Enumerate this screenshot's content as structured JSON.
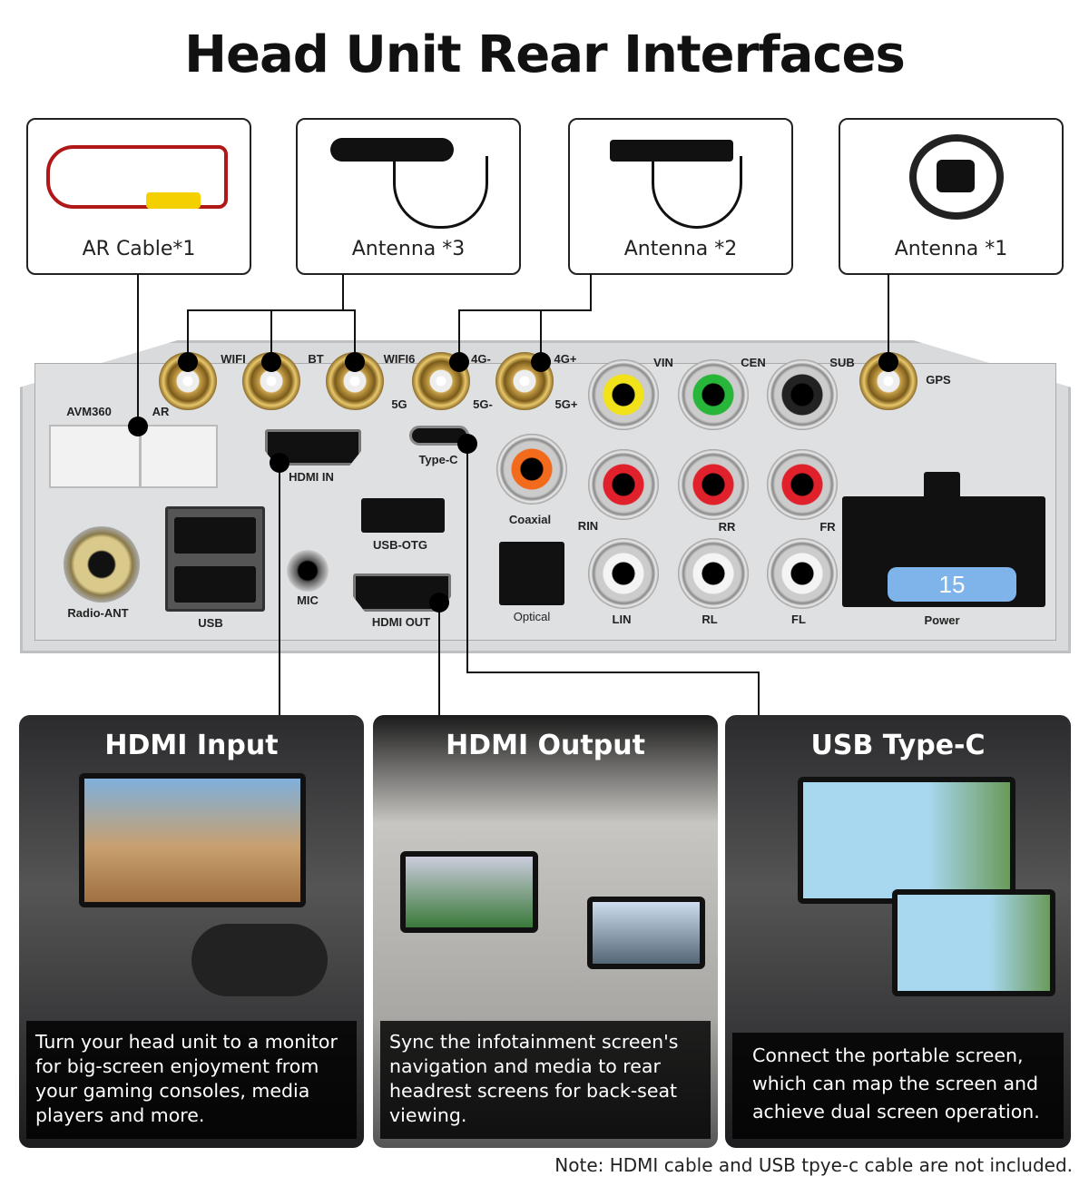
{
  "title": "Head Unit Rear Interfaces",
  "accessories": [
    {
      "label": "AR Cable*1"
    },
    {
      "label": "Antenna *3"
    },
    {
      "label": "Antenna *2"
    },
    {
      "label": "Antenna *1"
    }
  ],
  "ports": {
    "wifi": "WIFI",
    "bt": "BT",
    "wifi6": "WIFI6",
    "g4m": "4G-",
    "g4p": "4G+",
    "g5": "5G",
    "g5m": "5G-",
    "g5p": "5G+",
    "vin": "VIN",
    "cen": "CEN",
    "sub": "SUB",
    "gps": "GPS",
    "avm": "AVM360",
    "ar": "AR",
    "hdmi_in": "HDMI  IN",
    "type_c": "Type-C",
    "coaxial": "Coaxial",
    "usb_otg": "USB-OTG",
    "rin": "RIN",
    "rr": "RR",
    "fr": "FR",
    "radio": "Radio-ANT",
    "usb": "USB",
    "mic": "MIC",
    "hdmi_out": "HDMI  OUT",
    "optical": "Optical",
    "lin": "LIN",
    "rl": "RL",
    "fl": "FL",
    "power": "Power",
    "fuse": "15"
  },
  "cards": [
    {
      "title": "HDMI Input",
      "desc": "Turn your head unit to a monitor for big-screen enjoyment from your gaming consoles, media players and more."
    },
    {
      "title": "HDMI Output",
      "desc": "Sync the infotainment screen's navigation and media to rear headrest screens for back-seat viewing."
    },
    {
      "title": "USB Type-C",
      "desc": "Connect the portable screen, which can map the screen and achieve dual screen operation."
    }
  ],
  "note": "Note: HDMI cable and USB tpye-c cable are not included.",
  "colors": {
    "yellow": "#f2e21a",
    "green": "#27b53a",
    "red": "#e0202a",
    "orange": "#f26a1b",
    "fuse": "#7fb4ea"
  }
}
